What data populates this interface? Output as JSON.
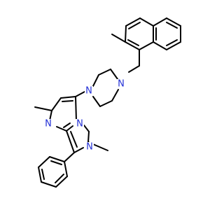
{
  "molecule": {
    "atom_labels": {
      "piperazine_n_top": "N",
      "piperazine_n_bottom": "N",
      "pyrimidine_n": "N",
      "pyrazole_n_bridge": "N",
      "pyrazole_n_2": "N"
    }
  },
  "colors": {
    "bond": "#000000",
    "nitrogen": "#2330d6",
    "background": "#ffffff"
  }
}
